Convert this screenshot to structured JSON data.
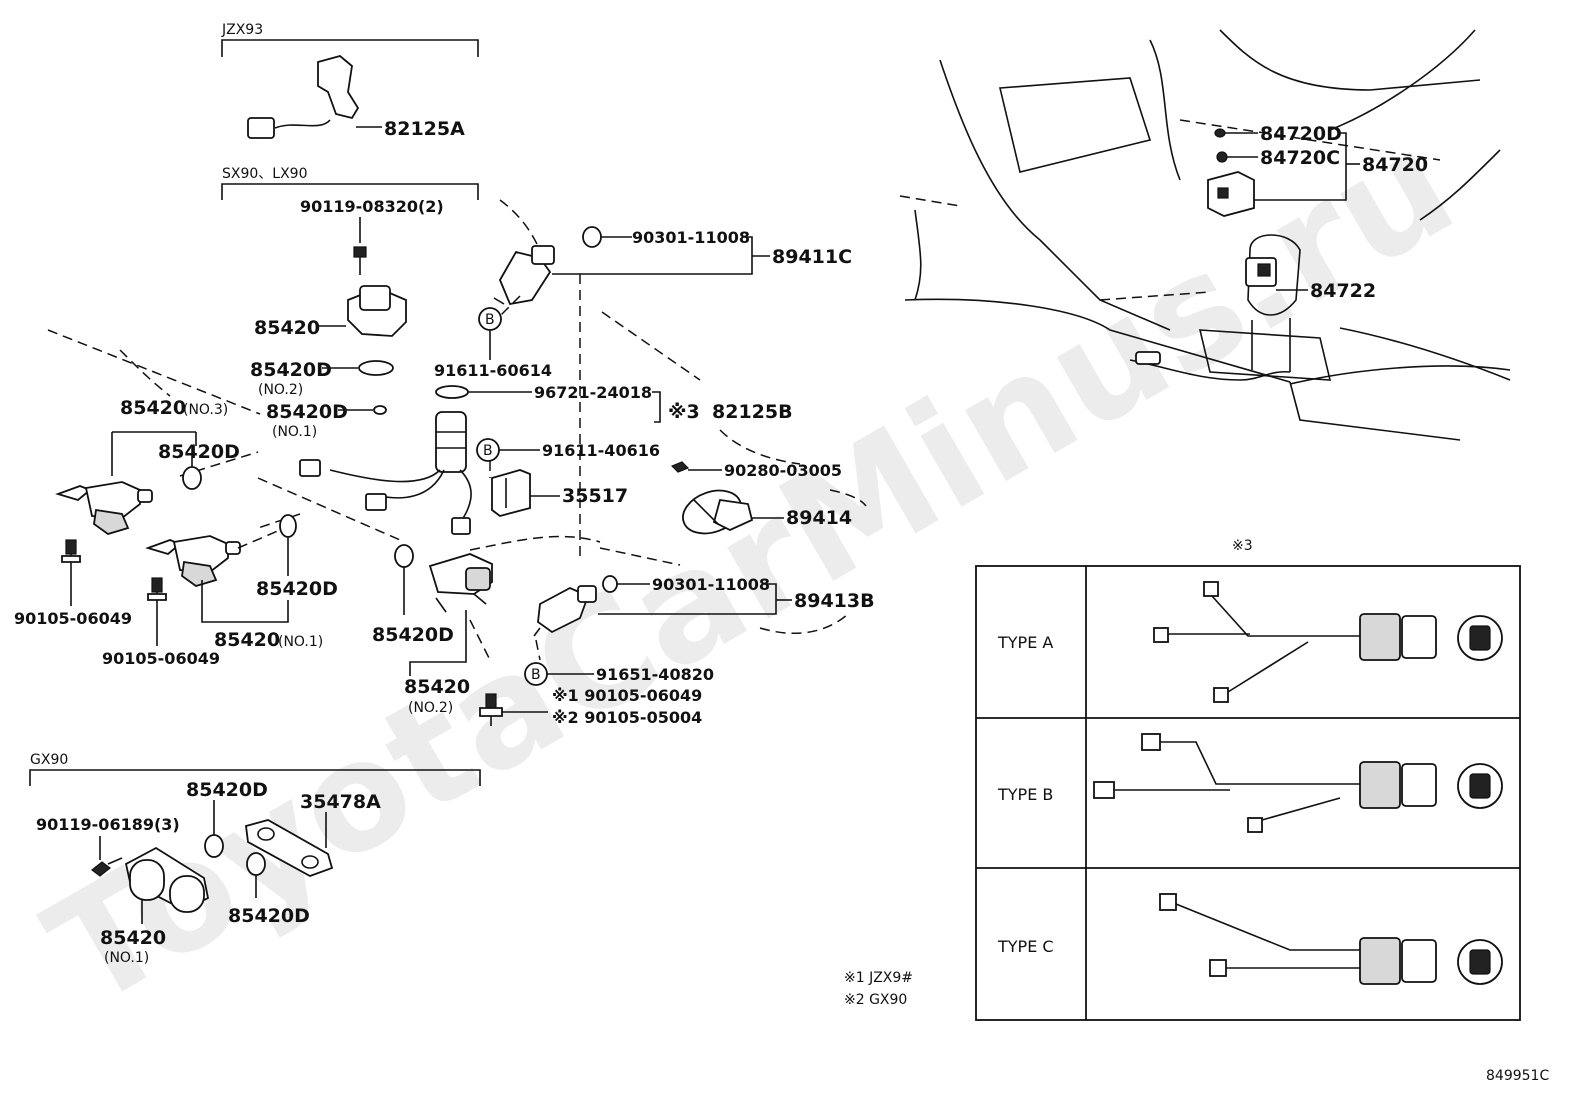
{
  "watermark": "ToyotaCarMinus.ru",
  "figure_code": "849951C",
  "groups": {
    "jzx93": "JZX93",
    "sx90_lx90": "SX90、LX90",
    "gx90": "GX90"
  },
  "labels": {
    "p82125A": "82125A",
    "p90119_08320": "90119-08320(2)",
    "p85420_top": "85420",
    "p85420D_no2": "85420D",
    "no2_a": "(NO.2)",
    "p85420D_no1": "85420D",
    "no1_a": "(NO.1)",
    "p85420_no3": "85420",
    "no3": "(NO.3)",
    "p85420D_left": "85420D",
    "p90105_06049_a": "90105-06049",
    "p90105_06049_b": "90105-06049",
    "p85420D_mid": "85420D",
    "p85420_no1": "85420",
    "no1_b": "(NO.1)",
    "p85420D_center": "85420D",
    "p85420_no2": "85420",
    "no2_b": "(NO.2)",
    "p90301_11008_a": "90301-11008",
    "p89411C": "89411C",
    "b1": "B",
    "p91611_60614": "91611-60614",
    "p96721_24018": "96721-24018",
    "mark3": "※3",
    "p82125B": "82125B",
    "b2": "B",
    "p91611_40616": "91611-40616",
    "p35517": "35517",
    "p90280_03005": "90280-03005",
    "p89414": "89414",
    "p90301_11008_b": "90301-11008",
    "p89413B": "89413B",
    "b3": "B",
    "p91651_40820": "91651-40820",
    "mark1_part": "※1 90105-06049",
    "mark2_part": "※2 90105-05004",
    "p85420D_gx_top": "85420D",
    "p35478A": "35478A",
    "p90119_06189": "90119-06189(3)",
    "p85420_gx": "85420",
    "no1_c": "(NO.1)",
    "p85420D_gx_bot": "85420D",
    "p84720D": "84720D",
    "p84720C": "84720C",
    "p84720": "84720",
    "p84722": "84722"
  },
  "table": {
    "title": "※3",
    "rows": [
      "TYPE A",
      "TYPE B",
      "TYPE C"
    ]
  },
  "footnotes": [
    "※1 JZX9#",
    "※2 GX90"
  ]
}
